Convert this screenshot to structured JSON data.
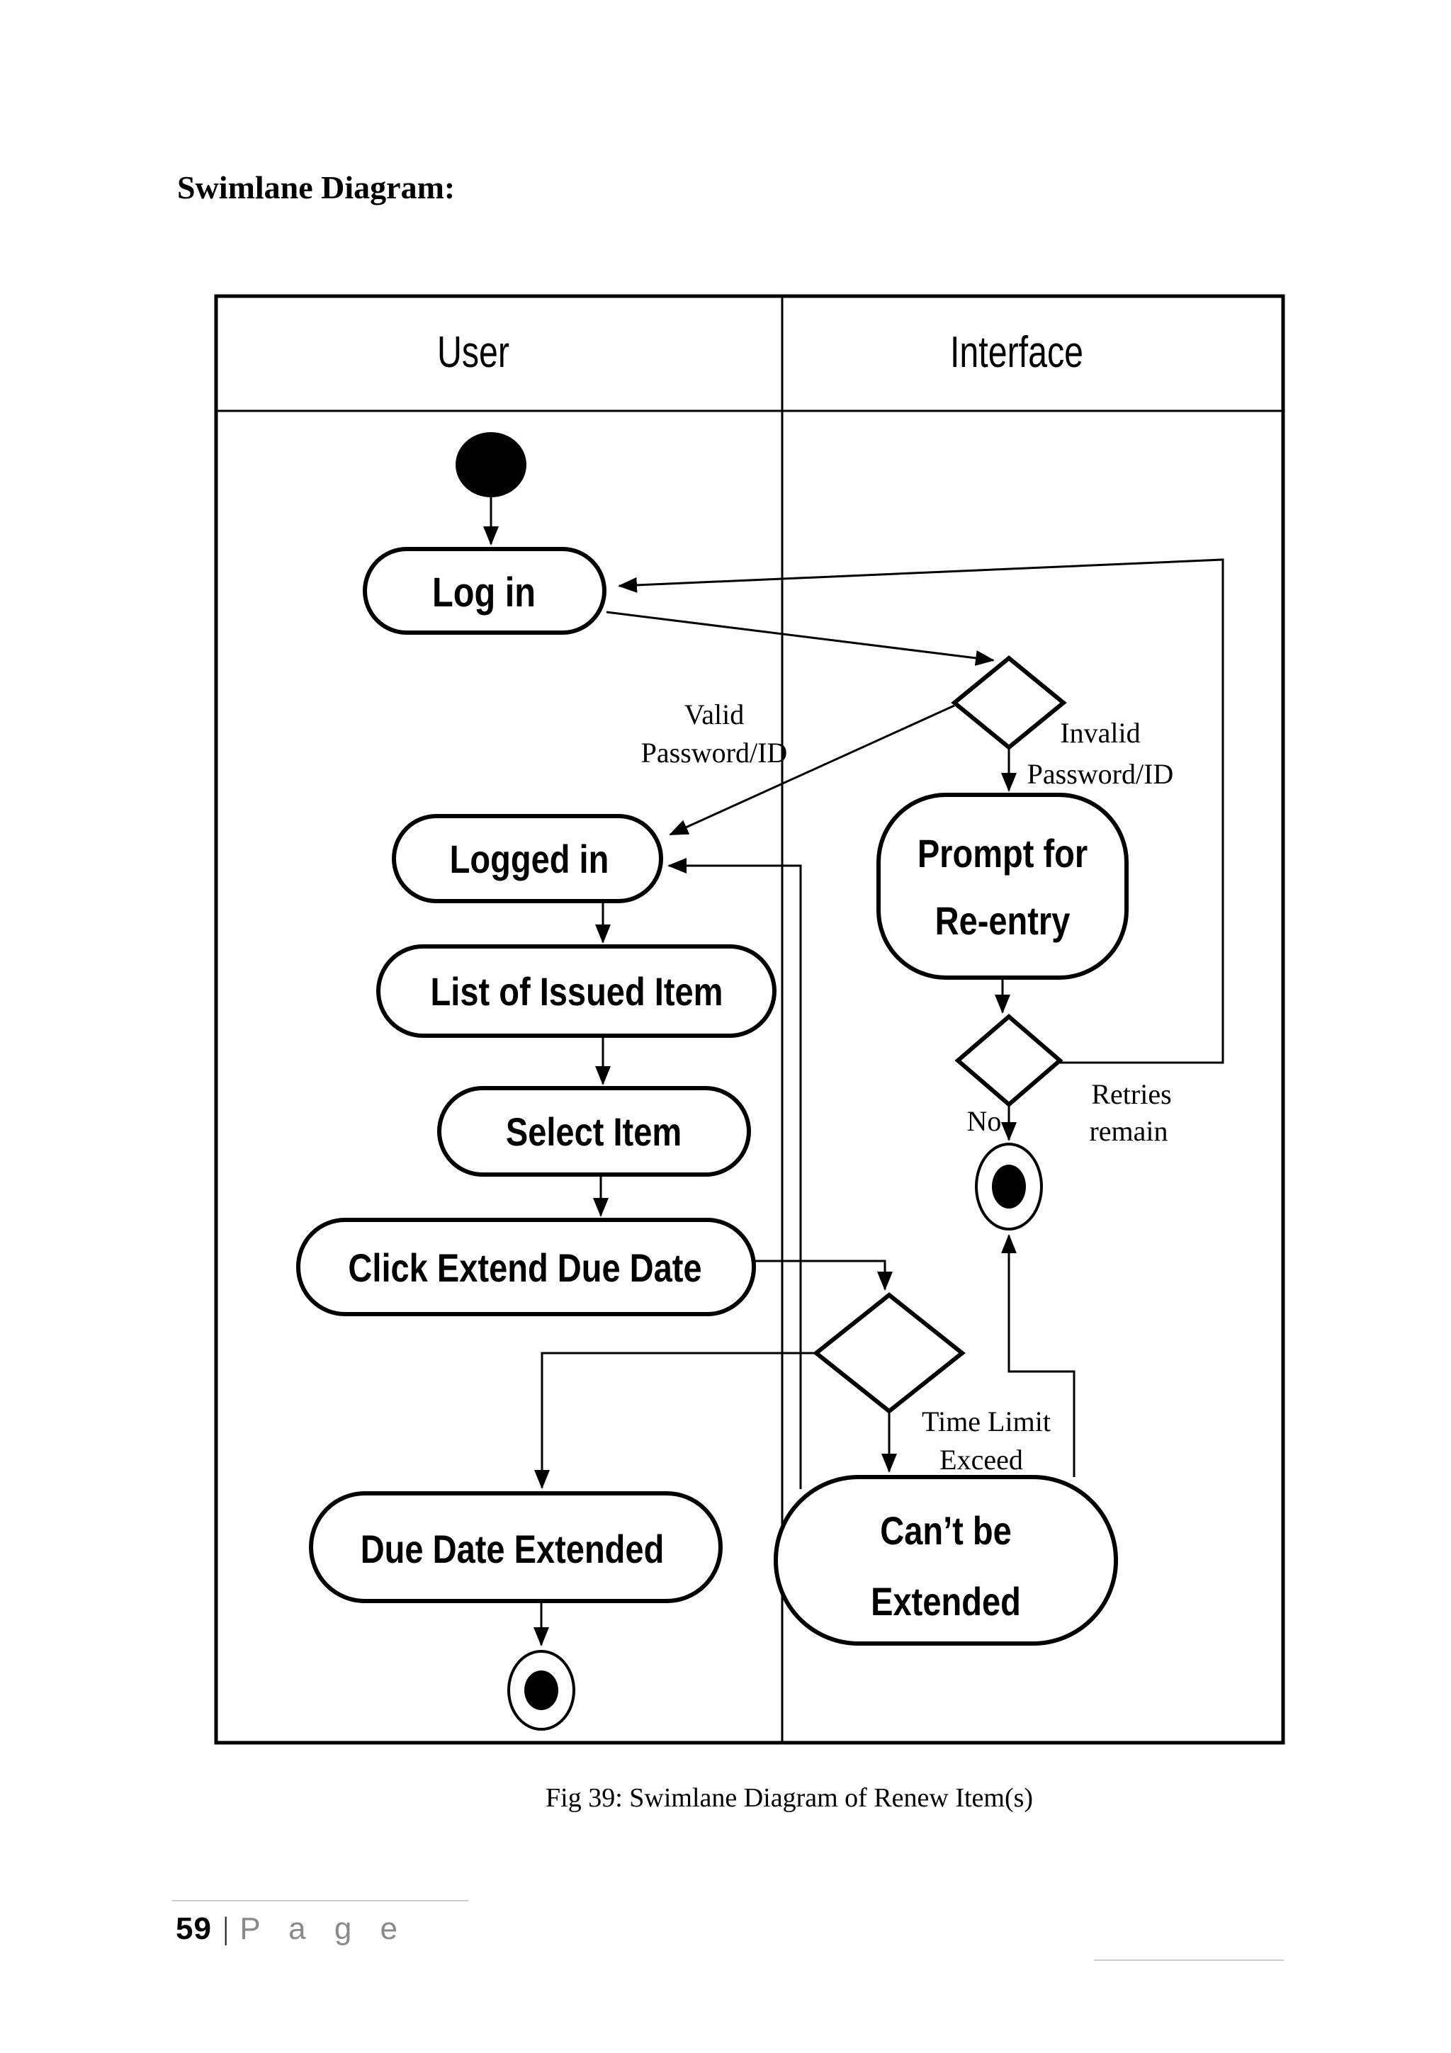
{
  "page": {
    "title": "Swimlane Diagram:",
    "caption": "Fig 39: Swimlane Diagram of Renew Item(s)",
    "footer": {
      "page_number": "59",
      "separator": "|",
      "label": "P a g e"
    }
  },
  "diagram": {
    "lanes": [
      {
        "label": "User"
      },
      {
        "label": "Interface"
      }
    ],
    "nodes": {
      "start": {
        "type": "initial-node"
      },
      "login": {
        "label": "Log in"
      },
      "logged_in": {
        "label": "Logged in"
      },
      "list_issued": {
        "label": "List of Issued Item"
      },
      "select_item": {
        "label": "Select Item"
      },
      "click_extend": {
        "label": "Click Extend Due Date"
      },
      "due_date_extended": {
        "label": "Due Date Extended"
      },
      "prompt_reentry": {
        "line1": "Prompt for",
        "line2": "Re-entry"
      },
      "cant_extend": {
        "line1": "Can’t be",
        "line2": "Extended"
      },
      "final_interface": {
        "type": "final-node"
      },
      "final_user": {
        "type": "final-node"
      }
    },
    "edge_labels": {
      "valid": {
        "line1": "Valid",
        "line2": "Password/ID"
      },
      "invalid": {
        "line1": "Invalid",
        "line2": "Password/ID"
      },
      "retries": {
        "line1": "Retries",
        "line2": "remain"
      },
      "no": "No",
      "time_limit": {
        "line1": "Time Limit",
        "line2": "Exceed"
      }
    },
    "colors": {
      "ink": "#000000",
      "paper": "#ffffff",
      "faint_rule": "#cbcbcb",
      "footer_gray": "#8a8a8a"
    }
  }
}
